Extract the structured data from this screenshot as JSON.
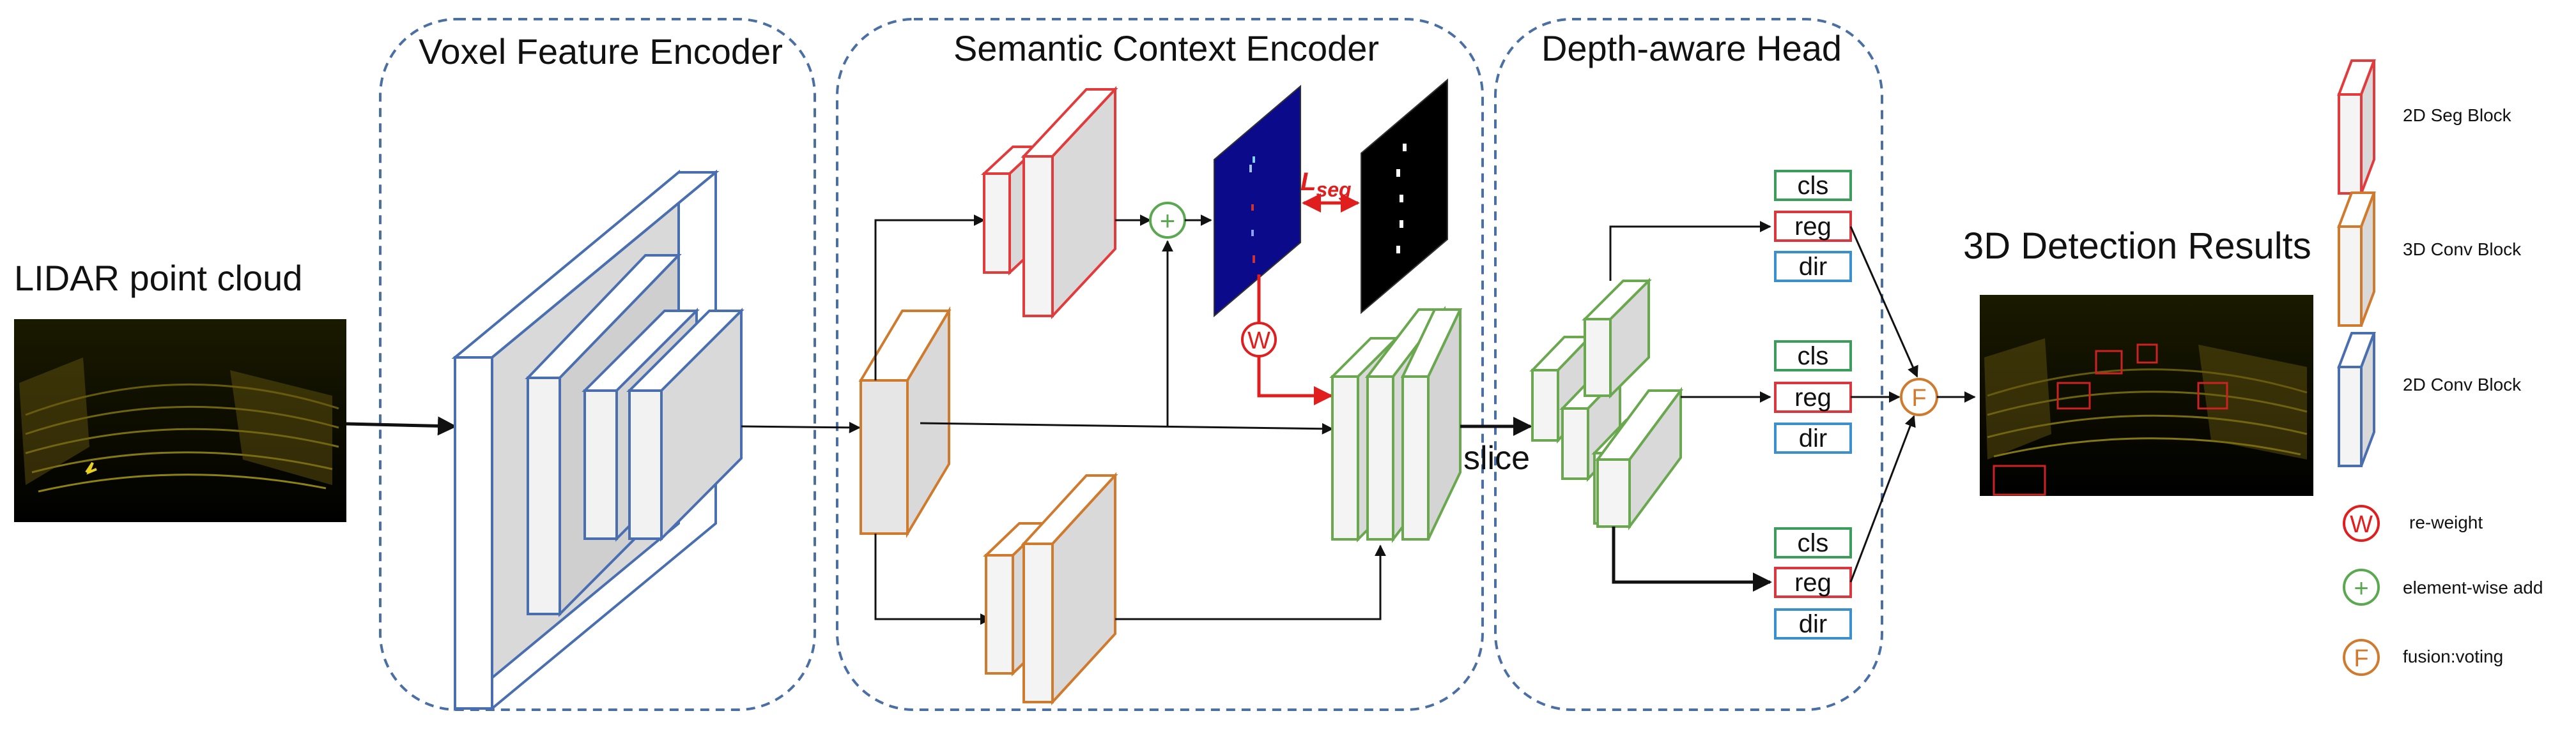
{
  "sections": {
    "voxel_feature_encoder": "Voxel Feature Encoder",
    "semantic_context_encoder": "Semantic Context Encoder",
    "depth_aware_head": "Depth-aware Head"
  },
  "labels": {
    "input": "LIDAR point cloud",
    "output": "3D Detection Results",
    "slice": "slice",
    "loss_main": "L",
    "loss_sub": "seg"
  },
  "operators": {
    "reweight_symbol": "W",
    "add_symbol": "+",
    "fusion_symbol": "F"
  },
  "heads": [
    {
      "cls": "cls",
      "reg": "reg",
      "dir": "dir"
    },
    {
      "cls": "cls",
      "reg": "reg",
      "dir": "dir"
    },
    {
      "cls": "cls",
      "reg": "reg",
      "dir": "dir"
    }
  ],
  "legend": {
    "seg_block": "2D Seg Block",
    "conv3d_block": "3D Conv Block",
    "conv2d_block": "2D Conv Block",
    "reweight": "re-weight",
    "elementwise_add": "element-wise add",
    "fusion": "fusion:voting"
  },
  "colors": {
    "section_border": "#4a6fa5",
    "seg_block": "#e33b3b",
    "conv3d_block": "#d07a2e",
    "conv2d_block": "#4a6fb0",
    "head_block": "#6aa84f",
    "block_fill": "#d9d9d9",
    "cls_box": "#3a9d5a",
    "reg_box": "#d9363e",
    "dir_box": "#3a8fcf",
    "seg_map": "#0a0a8a",
    "seg_label": "#000000",
    "arrow_red": "#e01e1e"
  }
}
